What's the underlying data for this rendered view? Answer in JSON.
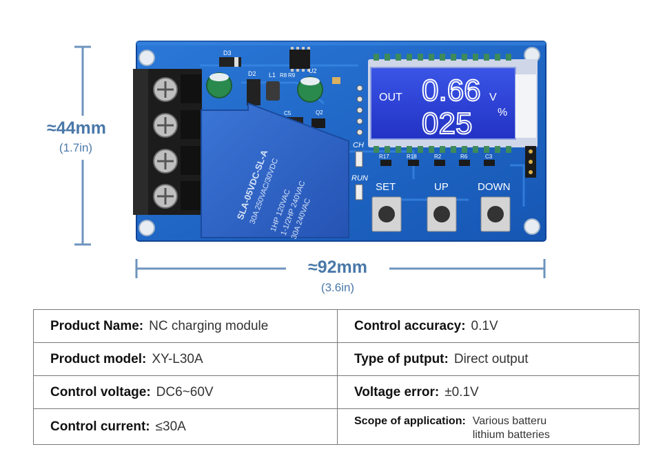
{
  "dimensions": {
    "height_mm": "≈44mm",
    "height_in": "(1.7in)",
    "width_mm": "≈92mm",
    "width_in": "(3.6in)"
  },
  "board": {
    "display": {
      "mode": "OUT",
      "voltage": "0.66",
      "unit_v": "V",
      "percent": "025",
      "unit_pct": "%"
    },
    "buttons": {
      "set": "SET",
      "up": "UP",
      "down": "DOWN"
    },
    "indicators": {
      "ch": "CH",
      "run": "RUN"
    },
    "relay_text": [
      "SLA-05VDC-SL-A",
      "30A 250VAC/30VDC",
      "1HP 120VAC",
      "1-1/2HP 240VAC",
      "30A 240VAC"
    ],
    "silk": {
      "d2": "D2",
      "l1": "L1",
      "r8": "R8",
      "r9": "R9",
      "u2": "U2",
      "c5": "C5",
      "q2": "Q2",
      "d3": "D3",
      "r17": "R17",
      "r18": "R18",
      "r2": "R2",
      "r6": "R6",
      "c3": "C3"
    },
    "colors": {
      "pcb": "#1d67c9",
      "lcd": "#2a3fd6",
      "relay": "#2c63c6",
      "terminal": "#1a1a1a"
    }
  },
  "specs": {
    "rows": [
      {
        "left_label": "Product Name:",
        "left_value": "NC charging module",
        "right_label": "Control accuracy:",
        "right_value": "0.1V"
      },
      {
        "left_label": "Product model:",
        "left_value": "XY-L30A",
        "right_label": "Type of putput:",
        "right_value": "Direct output"
      },
      {
        "left_label": "Control voltage:",
        "left_value": "DC6~60V",
        "right_label": "Voltage error:",
        "right_value": "±0.1V"
      },
      {
        "left_label": "Control current:",
        "left_value": "≤30A",
        "right_label": "Scope of application:",
        "right_value_line1": "Various batteru",
        "right_value_line2": "lithium batteries"
      }
    ]
  }
}
